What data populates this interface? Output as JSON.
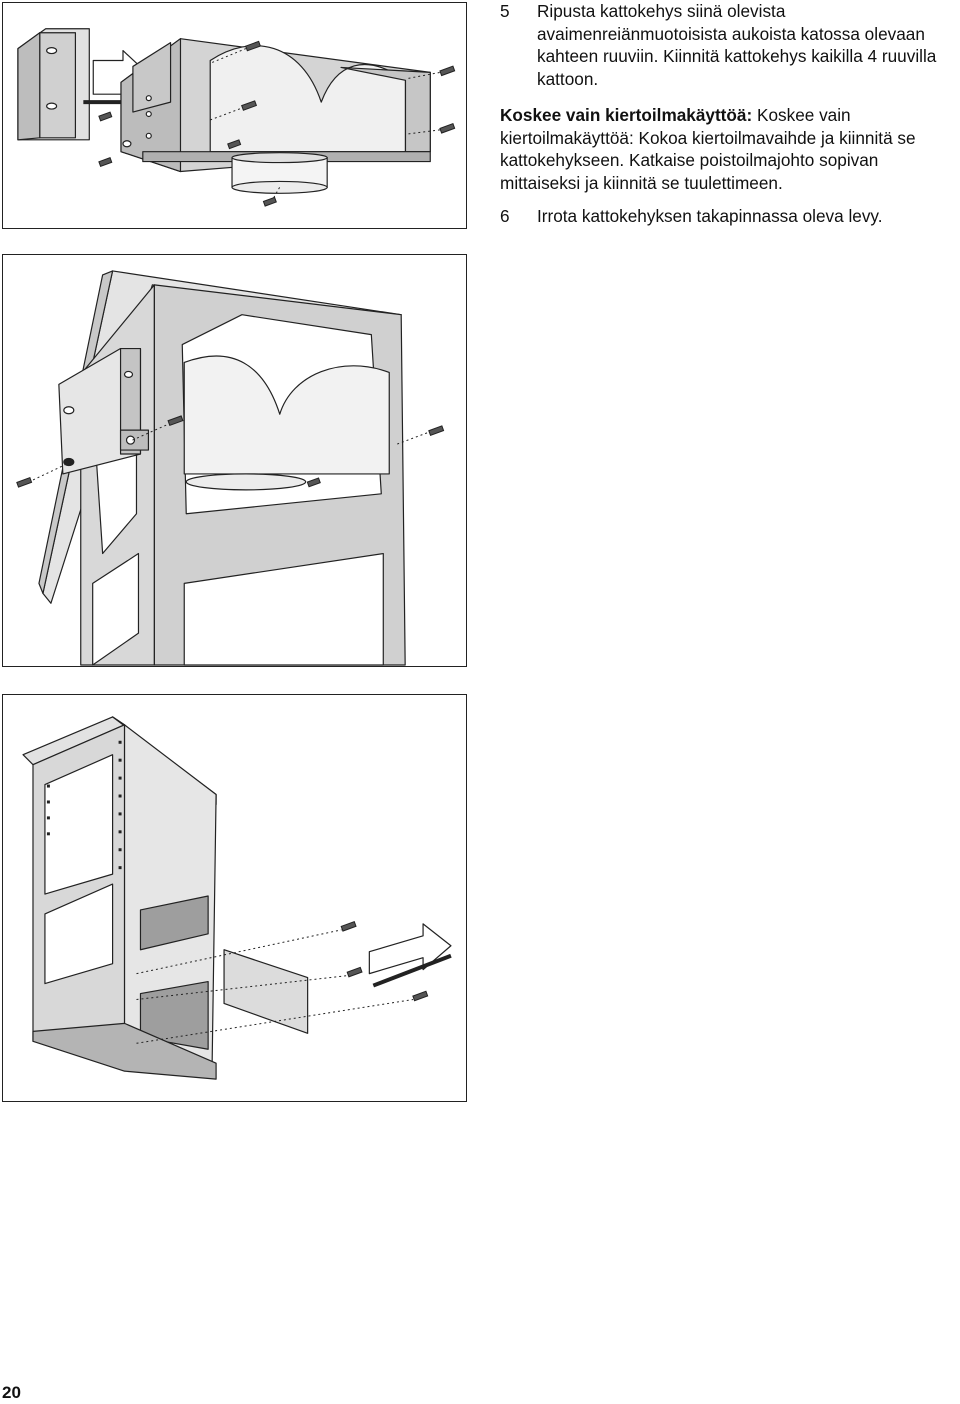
{
  "steps": [
    {
      "number": "5",
      "text": "Ripusta kattokehys siinä olevista avaimenreiänmuotoisista aukoista katossa olevaan kahteen ruuviin. Kiinnitä kattokehys kaikilla 4 ruuvilla kattoon."
    },
    {
      "number": "6",
      "text": "Irrota kattokehyksen takapinnassa oleva levy."
    }
  ],
  "note": {
    "label": "Koskee vain kiertoilmakäyttöä:",
    "text": "Koskee vain kiertoilmakäyttöä: Kokoa kiertoilmavaihde ja kiinnitä se kattokehykseen. Katkaise poistoilmajohto sopivan mittaiseksi ja kiinnitä se tuulettimeen."
  },
  "page_number": "20",
  "colors": {
    "frame_fill": "#d4d4d4",
    "frame_shadow": "#a8a8a8",
    "outline": "#222222"
  }
}
